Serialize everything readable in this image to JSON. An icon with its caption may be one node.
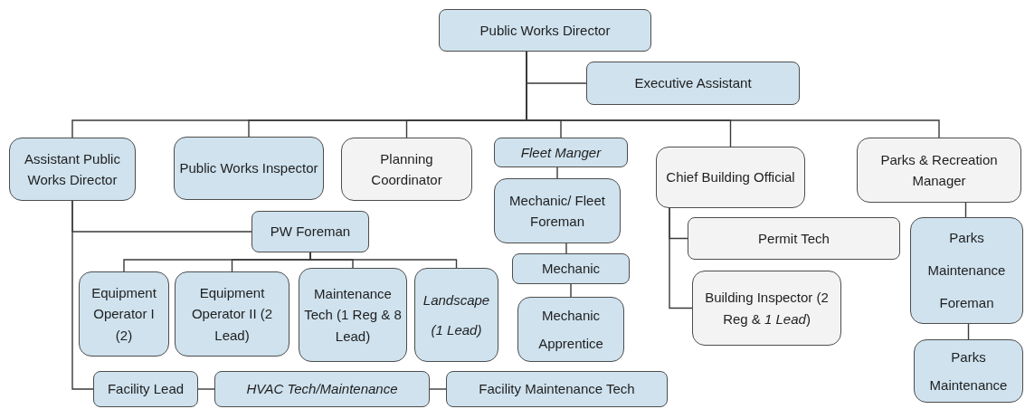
{
  "diagram": {
    "nodes": [
      {
        "text": [
          "Public Works Director"
        ]
      },
      {
        "text": [
          "Executive Assistant"
        ]
      },
      {
        "text": [
          "Assistant Public Works Director"
        ]
      },
      {
        "text": [
          "Public Works Inspector"
        ]
      },
      {
        "text": [
          "Planning Coordinator"
        ]
      },
      {
        "text": [
          "Fleet Manger"
        ]
      },
      {
        "text": [
          "Chief Building Official"
        ]
      },
      {
        "text": [
          "Parks & Recreation Manager"
        ]
      },
      {
        "text": [
          "Mechanic/ Fleet Foreman"
        ]
      },
      {
        "text": [
          "PW Foreman"
        ]
      },
      {
        "text": [
          "Permit Tech"
        ]
      },
      {
        "text": [
          "Parks Maintenance Foreman"
        ]
      },
      {
        "text": [
          "Mechanic"
        ]
      },
      {
        "text": [
          "Building Inspector (2 Reg & *1 Lead*)"
        ]
      },
      {
        "text": [
          "Equipment Operator I (2)"
        ]
      },
      {
        "text": [
          "Equipment Operator II (2 Lead)"
        ]
      },
      {
        "text": [
          "Maintenance Tech (1 Reg & 8 Lead)"
        ]
      },
      {
        "text": [
          "Landscape (1 Lead)"
        ]
      },
      {
        "text": [
          "Mechanic Apprentice"
        ]
      },
      {
        "text": [
          "Parks Maintenance"
        ]
      },
      {
        "text": [
          "Facility Lead"
        ]
      },
      {
        "text": [
          "HVAC Tech/Maintenance"
        ]
      },
      {
        "text": [
          "Facility Maintenance Tech"
        ]
      }
    ],
    "edges": [
      {
        "from": 0,
        "to": 1,
        "arrow": "none"
      },
      {
        "from": 0,
        "to": 2,
        "arrow": "none"
      },
      {
        "from": 0,
        "to": 3,
        "arrow": "none"
      },
      {
        "from": 0,
        "to": 4,
        "arrow": "none"
      },
      {
        "from": 0,
        "to": 5,
        "arrow": "none"
      },
      {
        "from": 0,
        "to": 6,
        "arrow": "none"
      },
      {
        "from": 0,
        "to": 7,
        "arrow": "none"
      },
      {
        "from": 2,
        "to": 9,
        "arrow": "none"
      },
      {
        "from": 2,
        "to": 20,
        "arrow": "none"
      },
      {
        "from": 9,
        "to": 14,
        "arrow": "none"
      },
      {
        "from": 9,
        "to": 15,
        "arrow": "none"
      },
      {
        "from": 9,
        "to": 16,
        "arrow": "none"
      },
      {
        "from": 9,
        "to": 17,
        "arrow": "none"
      },
      {
        "from": 5,
        "to": 8,
        "arrow": "none"
      },
      {
        "from": 8,
        "to": 12,
        "arrow": "none"
      },
      {
        "from": 12,
        "to": 18,
        "arrow": "none"
      },
      {
        "from": 6,
        "to": 10,
        "arrow": "none"
      },
      {
        "from": 6,
        "to": 13,
        "arrow": "none"
      },
      {
        "from": 7,
        "to": 11,
        "arrow": "none"
      },
      {
        "from": 11,
        "to": 19,
        "arrow": "none"
      },
      {
        "from": 20,
        "to": 21,
        "arrow": "none"
      },
      {
        "from": 21,
        "to": 22,
        "arrow": "none"
      }
    ]
  }
}
